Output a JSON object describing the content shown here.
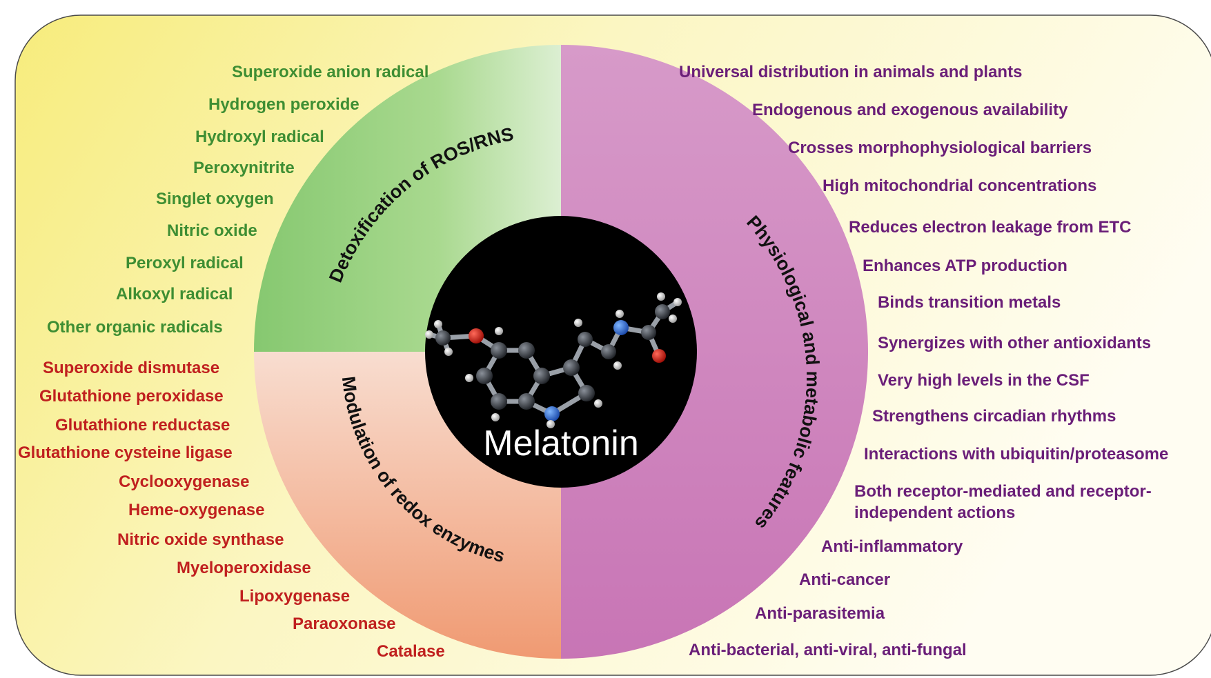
{
  "center": {
    "title": "Melatonin"
  },
  "quadrants": {
    "detox_title": "Detoxification of ROS/RNS",
    "enzymes_title": "Modulation of redox enzymes",
    "physio_title": "Physiological and metabolic features"
  },
  "ros_list": [
    "Superoxide anion radical",
    "Hydrogen peroxide",
    "Hydroxyl radical",
    "Peroxynitrite",
    "Singlet oxygen",
    "Nitric oxide",
    "Peroxyl radical",
    "Alkoxyl radical",
    "Other organic radicals"
  ],
  "enzyme_list": [
    "Superoxide dismutase",
    "Glutathione peroxidase",
    "Glutathione reductase",
    "Glutathione cysteine ligase",
    "Cyclooxygenase",
    "Heme-oxygenase",
    "Nitric oxide synthase",
    "Myeloperoxidase",
    "Lipoxygenase",
    "Paraoxonase",
    "Catalase"
  ],
  "feature_list": [
    "Universal distribution in animals and plants",
    "Endogenous and exogenous availability",
    "Crosses morphophysiological barriers",
    "High mitochondrial concentrations",
    "Reduces electron leakage from ETC",
    "Enhances ATP production",
    "Binds transition metals",
    "Synergizes with other antioxidants",
    "Very high levels in the CSF",
    "Strengthens circadian rhythms",
    "Interactions with ubiquitin/proteasome",
    "Both receptor-mediated and receptor-",
    "independent actions",
    "Anti-inflammatory",
    "Anti-cancer",
    "Anti-parasitemia",
    "Anti-bacterial, anti-viral, anti-fungal"
  ],
  "colors": {
    "ros_text": "#3e8e33",
    "enzyme_text": "#c0201f",
    "feature_text": "#6a1e78",
    "green_quadrant": "#8fce78",
    "orange_quadrant": "#f2a27c",
    "pink_half": "#cd7fbd",
    "background": "#fbf6c2"
  }
}
